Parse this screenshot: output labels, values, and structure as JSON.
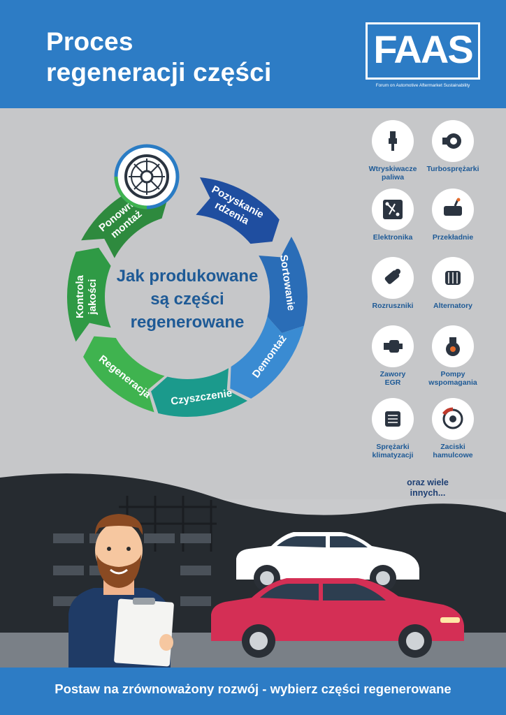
{
  "header": {
    "title_line1": "Proces",
    "title_line2": "regeneracji części",
    "logo_text": "FAAS",
    "logo_subtitle": "Forum on Automotive Aftermarket Sustainability"
  },
  "cycle": {
    "center_line1": "Jak produkowane",
    "center_line2": "są części",
    "center_line3": "regenerowane",
    "steps": [
      {
        "line1": "Pozyskanie",
        "line2": "rdzenia",
        "color": "#1f4ea0"
      },
      {
        "line1": "Sortowanie",
        "line2": "",
        "color": "#2a6db7"
      },
      {
        "line1": "Demontaż",
        "line2": "",
        "color": "#3a8bd2"
      },
      {
        "line1": "Czyszczenie",
        "line2": "",
        "color": "#1b9a8c"
      },
      {
        "line1": "Regeneracja",
        "line2": "",
        "color": "#3fb34f"
      },
      {
        "line1": "Kontrola",
        "line2": "jakości",
        "color": "#2f9a45"
      },
      {
        "line1": "Ponowny",
        "line2": "montaż",
        "color": "#2e8a3e"
      }
    ],
    "wheel_icon": "brake-disc-icon"
  },
  "parts": [
    {
      "line1": "Wtryskiwacze",
      "line2": "paliwa",
      "icon": "injector-icon"
    },
    {
      "line1": "Turbosprężarki",
      "line2": "",
      "icon": "turbo-icon"
    },
    {
      "line1": "Elektronika",
      "line2": "",
      "icon": "circuit-icon"
    },
    {
      "line1": "Przekładnie",
      "line2": "",
      "icon": "gearbox-icon"
    },
    {
      "line1": "Rozruszniki",
      "line2": "",
      "icon": "starter-icon"
    },
    {
      "line1": "Alternatory",
      "line2": "",
      "icon": "alternator-icon"
    },
    {
      "line1": "Zawory",
      "line2": "EGR",
      "icon": "egr-valve-icon"
    },
    {
      "line1": "Pompy",
      "line2": "wspomagania",
      "icon": "pump-icon"
    },
    {
      "line1": "Sprężarki",
      "line2": "klimatyzacji",
      "icon": "ac-compressor-icon"
    },
    {
      "line1": "Zaciski",
      "line2": "hamulcowe",
      "icon": "brake-caliper-icon"
    }
  ],
  "more_line1": "oraz wiele",
  "more_line2": "innych...",
  "footer": {
    "tagline": "Postaw na zrównoważony rozwój - wybierz części regenerowane"
  },
  "colors": {
    "brand_blue": "#2d7cc5",
    "text_blue": "#1e5a96",
    "background_gray": "#c6c7c9",
    "car_red": "#d42f55"
  }
}
